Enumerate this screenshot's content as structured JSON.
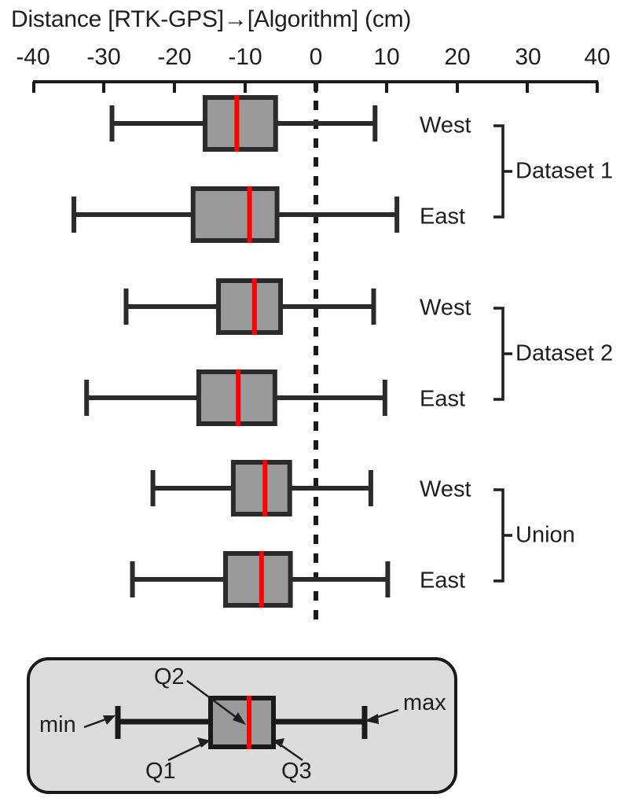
{
  "chart_data": {
    "type": "box",
    "title": "Distance [RTK-GPS]→[Algorithm] (cm)",
    "xlabel": "Distance [RTK-GPS]→[Algorithm] (cm)",
    "ylabel": "",
    "xlim": [
      -40,
      40
    ],
    "xticks": [
      -40,
      -30,
      -20,
      -10,
      0,
      10,
      20,
      30,
      40
    ],
    "xticklabels": [
      "-40",
      "-30",
      "-20",
      "-10",
      "0",
      "10",
      "20",
      "30",
      "40"
    ],
    "grid": false,
    "reference_line": {
      "value": 0,
      "style": "dashed",
      "color": "#1a1a1a"
    },
    "units": "cm",
    "boxes": [
      {
        "label": "West",
        "group": "Dataset 1",
        "min": -28.8,
        "q1": -15.6,
        "q2": -11.1,
        "q3": -5.6,
        "max": 8.5
      },
      {
        "label": "East",
        "group": "Dataset 1",
        "min": -34.2,
        "q1": -17.3,
        "q2": -9.3,
        "q3": -5.4,
        "max": 11.6
      },
      {
        "label": "West",
        "group": "Dataset 2",
        "min": -26.8,
        "q1": -13.7,
        "q2": -8.6,
        "q3": -4.9,
        "max": 8.3
      },
      {
        "label": "East",
        "group": "Dataset 2",
        "min": -32.4,
        "q1": -16.5,
        "q2": -10.9,
        "q3": -5.7,
        "max": 9.9
      },
      {
        "label": "West",
        "group": "Union",
        "min": -23.0,
        "q1": -11.6,
        "q2": -7.1,
        "q3": -3.6,
        "max": 7.9
      },
      {
        "label": "East",
        "group": "Union",
        "min": -25.9,
        "q1": -12.7,
        "q2": -7.6,
        "q3": -3.5,
        "max": 10.3
      }
    ],
    "groups": [
      "Dataset 1",
      "Dataset 2",
      "Union"
    ],
    "colors": {
      "box_fill": "#9a9a9a",
      "box_stroke": "#2b2b2b",
      "median": "#ff0000",
      "whisker": "#2b2b2b",
      "axis": "#1a1a1a",
      "legend_panel_fill": "#dcdcdc",
      "legend_panel_stroke": "#1a1a1a"
    }
  },
  "legend": {
    "min_label": "min",
    "max_label": "max",
    "q1_label": "Q1",
    "q2_label": "Q2",
    "q3_label": "Q3"
  },
  "row_labels": [
    "West",
    "East",
    "West",
    "East",
    "West",
    "East"
  ],
  "group_labels": [
    "Dataset 1",
    "Dataset 2",
    "Union"
  ],
  "axis": {
    "title": "Distance [RTK-GPS]→[Algorithm] (cm)",
    "ticks": [
      "-40",
      "-30",
      "-20",
      "-10",
      "0",
      "10",
      "20",
      "30",
      "40"
    ]
  }
}
